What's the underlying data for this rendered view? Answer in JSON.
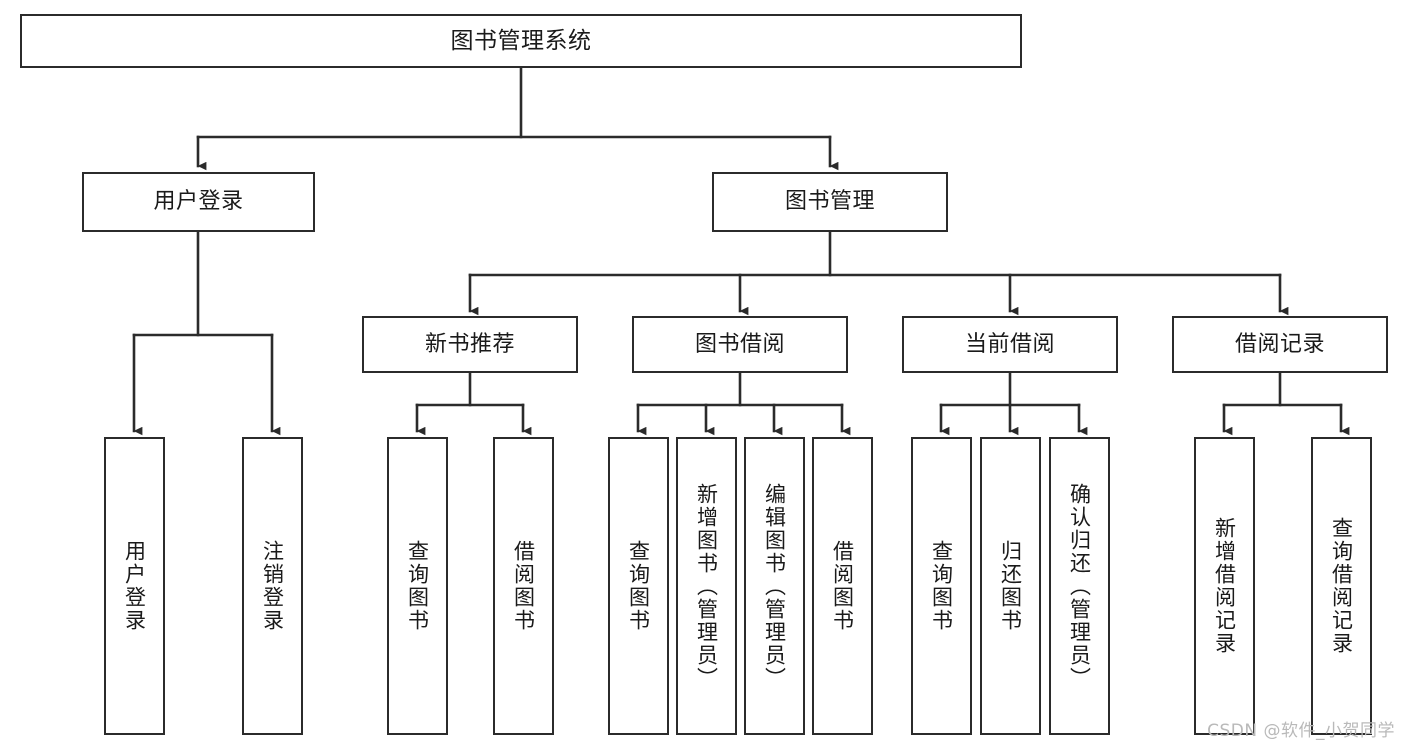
{
  "diagram": {
    "title": "图书管理系统",
    "watermark": "CSDN @软件_小贺同学",
    "colors": {
      "background": "#ffffff",
      "stroke": "#2b2b2b",
      "text": "#1a1a1a",
      "watermark": "#b9b9b9"
    },
    "root": {
      "label": "图书管理系统"
    },
    "level2": {
      "user_login": {
        "label": "用户登录"
      },
      "book_manage": {
        "label": "图书管理"
      }
    },
    "level3": {
      "new_book_recommend": {
        "label": "新书推荐"
      },
      "book_borrow": {
        "label": "图书借阅"
      },
      "current_borrow": {
        "label": "当前借阅"
      },
      "borrow_record": {
        "label": "借阅记录"
      }
    },
    "leaves": {
      "user_login": [
        {
          "label": "用户登录"
        },
        {
          "label": "注销登录"
        }
      ],
      "new_book_recommend": [
        {
          "label": "查询图书"
        },
        {
          "label": "借阅图书"
        }
      ],
      "book_borrow": [
        {
          "label": "查询图书"
        },
        {
          "label": "新增图书（管理员）"
        },
        {
          "label": "编辑图书（管理员）"
        },
        {
          "label": "借阅图书"
        }
      ],
      "current_borrow": [
        {
          "label": "查询图书"
        },
        {
          "label": "归还图书"
        },
        {
          "label": "确认归还（管理员）"
        }
      ],
      "borrow_record": [
        {
          "label": "新增借阅记录"
        },
        {
          "label": "查询借阅记录"
        }
      ]
    }
  }
}
